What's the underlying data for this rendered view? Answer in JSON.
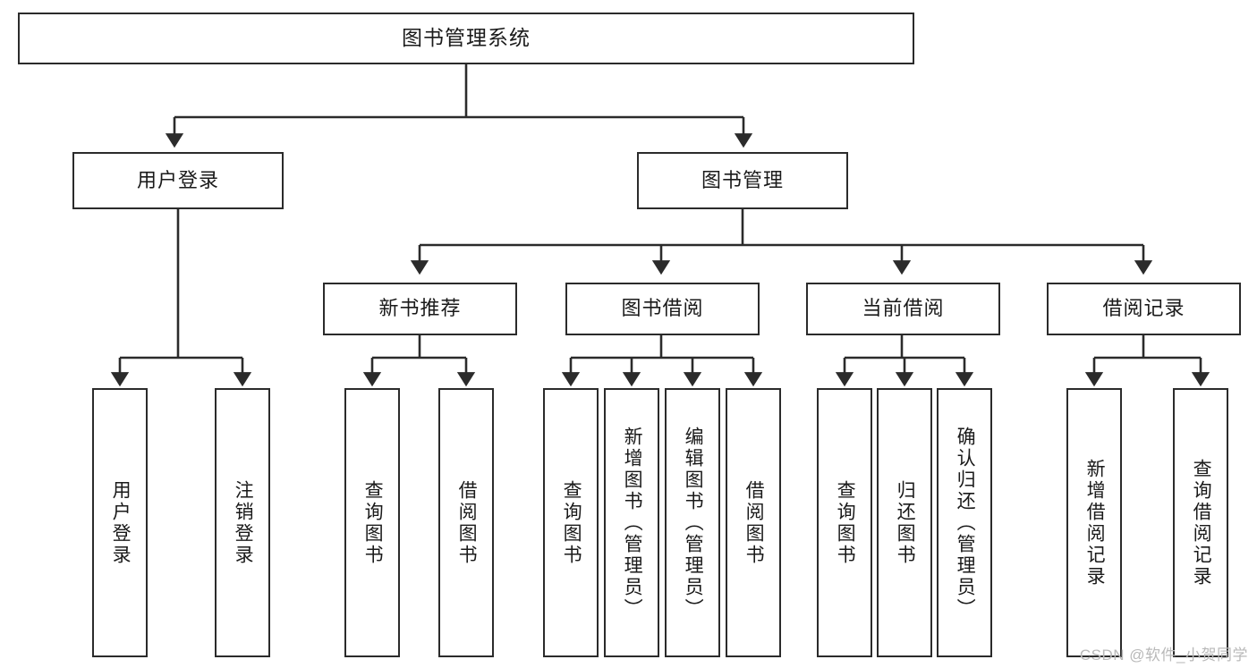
{
  "diagram": {
    "title": "图书管理系统",
    "watermark": "CSDN @软件_小贺同学",
    "type": "tree-hierarchy",
    "orientation": "top-down",
    "line_color": "#2b2b2b",
    "box_fill": "#ffffff",
    "nodes": {
      "root": {
        "label": "图书管理系统"
      },
      "level2": [
        {
          "id": "user-login",
          "label": "用户登录"
        },
        {
          "id": "book-manage",
          "label": "图书管理"
        }
      ],
      "level3": [
        {
          "id": "new-book-recommend",
          "label": "新书推荐",
          "parent": "book-manage"
        },
        {
          "id": "book-borrow",
          "label": "图书借阅",
          "parent": "book-manage"
        },
        {
          "id": "current-borrow",
          "label": "当前借阅",
          "parent": "book-manage"
        },
        {
          "id": "borrow-record",
          "label": "借阅记录",
          "parent": "book-manage"
        }
      ],
      "leaves": [
        {
          "id": "leaf-user-login",
          "label": "用户登录",
          "parent": "user-login"
        },
        {
          "id": "leaf-logout",
          "label": "注销登录",
          "parent": "user-login"
        },
        {
          "id": "leaf-query-book-1",
          "label": "查询图书",
          "parent": "new-book-recommend"
        },
        {
          "id": "leaf-borrow-book-1",
          "label": "借阅图书",
          "parent": "new-book-recommend"
        },
        {
          "id": "leaf-query-book-2",
          "label": "查询图书",
          "parent": "book-borrow"
        },
        {
          "id": "leaf-add-book",
          "label": "新增图书（管理员）",
          "parent": "book-borrow"
        },
        {
          "id": "leaf-edit-book",
          "label": "编辑图书（管理员）",
          "parent": "book-borrow"
        },
        {
          "id": "leaf-borrow-book-2",
          "label": "借阅图书",
          "parent": "book-borrow"
        },
        {
          "id": "leaf-query-book-3",
          "label": "查询图书",
          "parent": "current-borrow"
        },
        {
          "id": "leaf-return-book",
          "label": "归还图书",
          "parent": "current-borrow"
        },
        {
          "id": "leaf-confirm-return",
          "label": "确认归还（管理员）",
          "parent": "current-borrow"
        },
        {
          "id": "leaf-add-record",
          "label": "新增借阅记录",
          "parent": "borrow-record"
        },
        {
          "id": "leaf-query-record",
          "label": "查询借阅记录",
          "parent": "borrow-record"
        }
      ]
    }
  }
}
